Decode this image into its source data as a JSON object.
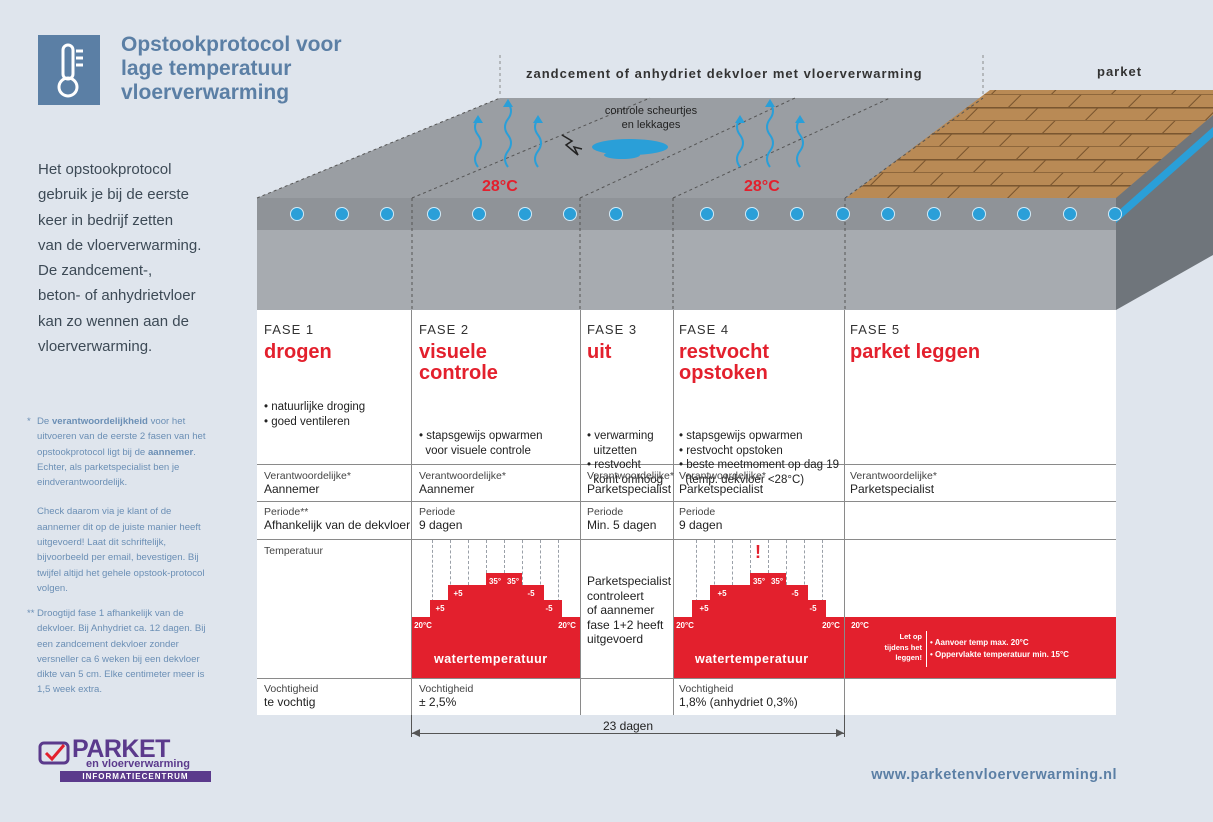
{
  "title": "Opstookprotocol voor lage temperatuur vloerverwarming",
  "title_lines": [
    "Opstookprotocol voor",
    "lage temperatuur",
    "vloerverwarming"
  ],
  "intro_lines": [
    "Het opstookprotocol",
    "gebruik je bij de eerste",
    "keer in bedrijf zetten",
    "van de vloerverwarming.",
    "De zandcement-,",
    "beton- of anhydrietvloer",
    "kan zo wennen aan de",
    "vloerverwarming."
  ],
  "note1": {
    "star": "*",
    "parts": [
      "De ",
      "verantwoordelijkheid",
      " voor het uitvoeren van de eerste 2 fasen van het opstookprotocol ligt bij de ",
      "aannemer",
      ". Echter, als parketspecialist ben je eindverantwoordelijk."
    ],
    "para2": "Check daarom via je klant of de aannemer dit op de juiste manier heeft uitgevoerd! Laat dit schriftelijk, bijvoorbeeld per email, bevestigen. Bij twijfel altijd het gehele opstook-protocol volgen."
  },
  "note2": {
    "star": "**",
    "text": "Droogtijd fase 1 afhankelijk van de dekvloer. Bij Anhydriet ca. 12 dagen. Bij een zandcement dekvloer zonder versneller ca 6 weken bij een dekvloer dikte van 5 cm. Elke centimeter meer is 1,5 week extra."
  },
  "floor_header": "zandcement of anhydriet dekvloer met vloerverwarming",
  "parket_header": "parket",
  "inspection_note": "controle scheurtjes\nen lekkages",
  "temp_badge_1": "28°C",
  "temp_badge_2": "28°C",
  "phases": [
    {
      "label": "FASE 1",
      "title": "drogen",
      "bullets": [
        "• natuurlijke droging",
        "• goed ventileren"
      ],
      "resp_label": "Verantwoordelijke*",
      "resp": "Aannemer",
      "period_label": "Periode**",
      "period": "Afhankelijk van de dekvloer",
      "temp_label": "Temperatuur",
      "moist_label": "Vochtigheid",
      "moist": "te vochtig"
    },
    {
      "label": "FASE 2",
      "title": "visuele controle",
      "bullets": [
        "• stapsgewijs opwarmen",
        "  voor visuele controle"
      ],
      "resp_label": "Verantwoordelijke*",
      "resp": "Aannemer",
      "period_label": "Periode",
      "period": "9 dagen",
      "moist_label": "Vochtigheid",
      "moist": "±  2,5%"
    },
    {
      "label": "FASE 3",
      "title": "uit",
      "bullets": [
        "• verwarming",
        "  uitzetten",
        "• restvocht",
        "  komt omhoog"
      ],
      "resp_label": "Verantwoordelijke*",
      "resp": "Parketspecialist",
      "period_label": "Periode",
      "period": "Min. 5 dagen",
      "temp_text": "Parketspecialist\ncontroleert\nof aannemer\nfase 1+2 heeft\nuitgevoerd"
    },
    {
      "label": "FASE 4",
      "title": "restvocht opstoken",
      "bullets": [
        "• stapsgewijs opwarmen",
        "• restvocht opstoken",
        "• beste meetmoment op dag 19",
        "  (temp. dekvloer <28°C)"
      ],
      "resp_label": "Verantwoordelijke*",
      "resp": "Parketspecialist",
      "period_label": "Periode",
      "period": "9 dagen",
      "moist_label": "Vochtigheid",
      "moist": "1,8% (anhydriet 0,3%)"
    },
    {
      "label": "FASE 5",
      "title": "parket leggen",
      "bullets": [],
      "resp_label": "Verantwoordelijke*",
      "resp": "Parketspecialist"
    }
  ],
  "water_label": "watertemperatuur",
  "step_labels": [
    "20°C",
    "+5",
    "+5",
    "35°",
    "35°",
    "35°",
    "-5",
    "-5",
    "20°C"
  ],
  "phase5_temp": "20°C",
  "phase5_warning": "Let op\ntijdens het\nleggen!",
  "phase5_bullets": [
    "• Aanvoer temp max. 20°C",
    "• Oppervlakte temperatuur min. 15°C"
  ],
  "exclamation": "!",
  "total_duration": "23 dagen",
  "logo_text": [
    "PARKET",
    "en vloerverwarming",
    "INFORMATIECENTRUM"
  ],
  "website": "www.parketenvloerverwarming.nl",
  "colors": {
    "accent": "#e3202d",
    "brand": "#5b7fa5",
    "water": "#2a9fd8"
  }
}
